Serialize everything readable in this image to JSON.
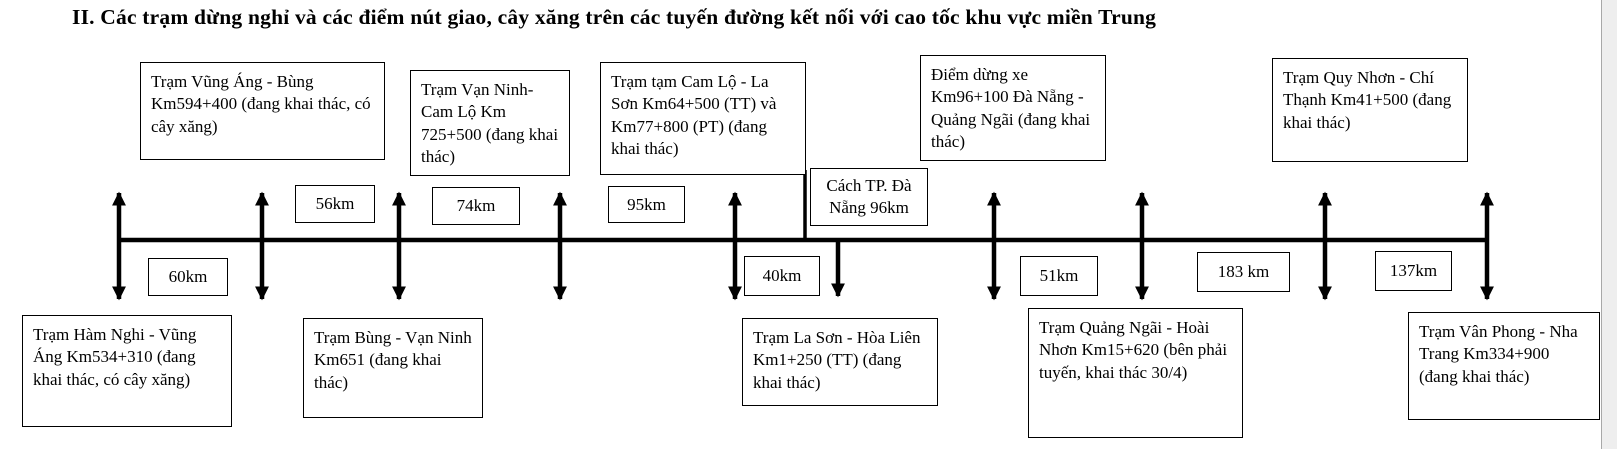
{
  "title": "II. Các trạm dừng nghỉ và các điểm nút giao, cây xăng trên các tuyến đường kết nối với cao tốc khu vực miền Trung",
  "diagram": {
    "top_stations": [
      {
        "label": "Trạm Vũng Áng - Bùng Km594+400 (đang khai thác, có cây xăng)"
      },
      {
        "label": "Trạm Vạn Ninh- Cam Lộ Km 725+500 (đang khai thác)"
      },
      {
        "label": "Trạm tạm Cam Lộ - La Sơn Km64+500 (TT) và Km77+800 (PT) (đang khai thác)"
      },
      {
        "label": "Điểm dừng xe Km96+100 Đà Nẵng - Quảng Ngãi (đang khai thác)"
      },
      {
        "label": "Trạm Quy Nhơn - Chí Thạnh Km41+500 (đang khai thác)"
      }
    ],
    "bottom_stations": [
      {
        "label": "Trạm Hàm Nghi - Vũng Áng Km534+310 (đang khai thác, có cây xăng)"
      },
      {
        "label": "Trạm Bùng - Vạn Ninh Km651 (đang khai thác)"
      },
      {
        "label": "Trạm La Sơn - Hòa Liên Km1+250 (TT) (đang khai thác)"
      },
      {
        "label": "Trạm Quảng Ngãi - Hoài Nhơn Km15+620 (bên phải tuyến, khai thác 30/4)"
      },
      {
        "label": "Trạm Vân Phong - Nha Trang Km334+900 (đang khai thác)"
      }
    ],
    "note_box": "Cách TP. Đà Nẵng 96km",
    "distances_above": [
      "56km",
      "74km",
      "95km"
    ],
    "distances_below": [
      "60km",
      "40km",
      "51km",
      "183 km",
      "137km"
    ]
  }
}
